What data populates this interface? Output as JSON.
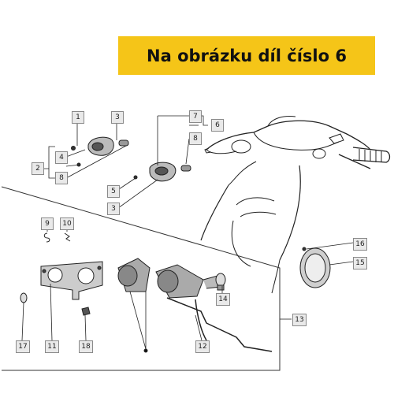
{
  "banner": {
    "title": "Na obrázku díl číslo 6",
    "background": "#f5c518"
  },
  "callouts": [
    "1",
    "2",
    "3",
    "4",
    "5",
    "6",
    "7",
    "8",
    "9",
    "10",
    "11",
    "12",
    "13",
    "14",
    "15",
    "16",
    "17",
    "18"
  ],
  "colors": {
    "line": "#222222",
    "label_bg": "#e9e9e9",
    "label_border": "#8a8a8a"
  }
}
